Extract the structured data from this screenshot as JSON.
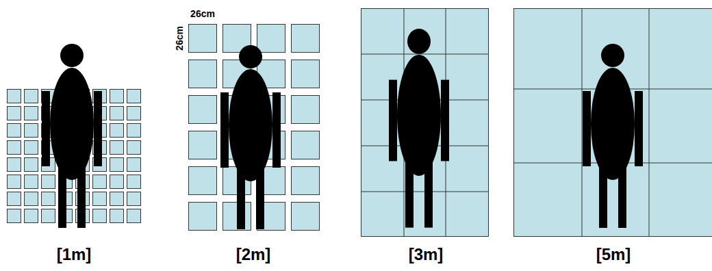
{
  "diagram": {
    "labels": [
      "26cm",
      "26cm",
      "[1m]",
      "[2m]",
      "[3m]",
      "[5m]"
    ]
  }
}
